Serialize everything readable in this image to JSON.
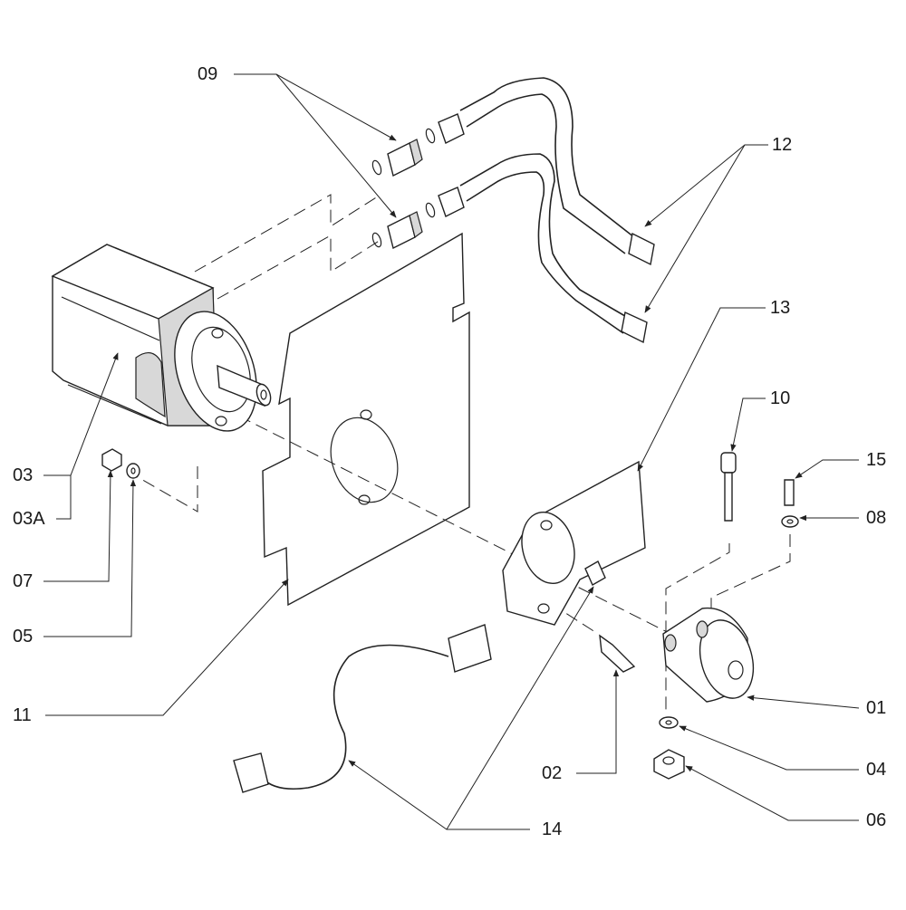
{
  "labels": {
    "p01": "01",
    "p02": "02",
    "p03": "03",
    "p03a": "03A",
    "p04": "04",
    "p05": "05",
    "p06": "06",
    "p07": "07",
    "p08": "08",
    "p09": "09",
    "p10": "10",
    "p11": "11",
    "p12": "12",
    "p13": "13",
    "p14": "14",
    "p15": "15"
  }
}
